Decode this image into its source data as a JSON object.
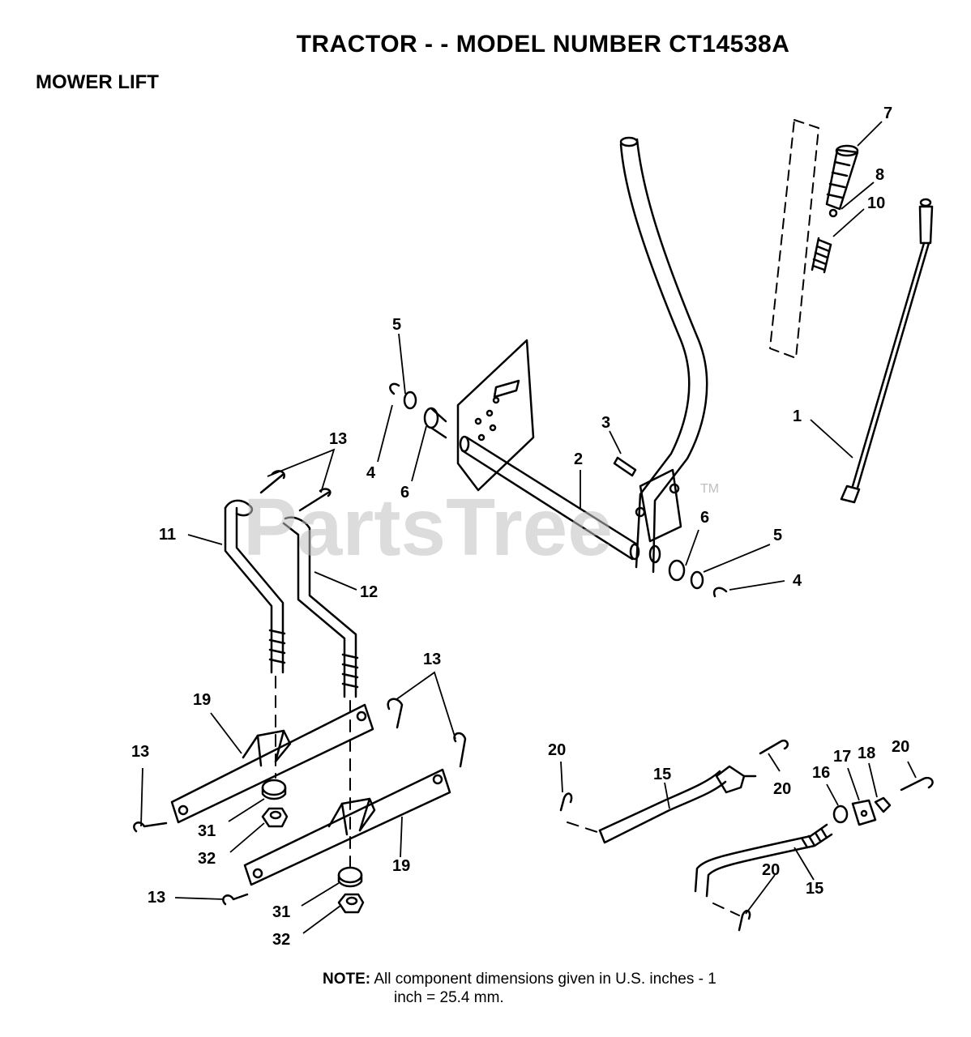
{
  "header": {
    "title": "TRACTOR - - MODEL NUMBER CT14538A",
    "subtitle": "MOWER LIFT"
  },
  "watermark": {
    "text": "PartsTree",
    "tm": "TM"
  },
  "callouts": [
    {
      "id": "c7",
      "label": "7"
    },
    {
      "id": "c8",
      "label": "8"
    },
    {
      "id": "c10",
      "label": "10"
    },
    {
      "id": "c5a",
      "label": "5"
    },
    {
      "id": "c3",
      "label": "3"
    },
    {
      "id": "c1",
      "label": "1"
    },
    {
      "id": "c13a",
      "label": "13"
    },
    {
      "id": "c4a",
      "label": "4"
    },
    {
      "id": "c6a",
      "label": "6"
    },
    {
      "id": "c2",
      "label": "2"
    },
    {
      "id": "c11",
      "label": "11"
    },
    {
      "id": "c12",
      "label": "12"
    },
    {
      "id": "c6b",
      "label": "6"
    },
    {
      "id": "c5b",
      "label": "5"
    },
    {
      "id": "c4b",
      "label": "4"
    },
    {
      "id": "c13b",
      "label": "13"
    },
    {
      "id": "c19a",
      "label": "19"
    },
    {
      "id": "c13c",
      "label": "13"
    },
    {
      "id": "c31a",
      "label": "31"
    },
    {
      "id": "c32a",
      "label": "32"
    },
    {
      "id": "c19b",
      "label": "19"
    },
    {
      "id": "c13d",
      "label": "13"
    },
    {
      "id": "c31b",
      "label": "31"
    },
    {
      "id": "c32b",
      "label": "32"
    },
    {
      "id": "c20a",
      "label": "20"
    },
    {
      "id": "c15a",
      "label": "15"
    },
    {
      "id": "c20b",
      "label": "20"
    },
    {
      "id": "c16",
      "label": "16"
    },
    {
      "id": "c17",
      "label": "17"
    },
    {
      "id": "c18",
      "label": "18"
    },
    {
      "id": "c20c",
      "label": "20"
    },
    {
      "id": "c20d",
      "label": "20"
    },
    {
      "id": "c15b",
      "label": "15"
    }
  ],
  "note": {
    "prefix": "NOTE:",
    "line1": "All component dimensions given in U.S. inches - 1",
    "line2": "inch = 25.4 mm."
  }
}
